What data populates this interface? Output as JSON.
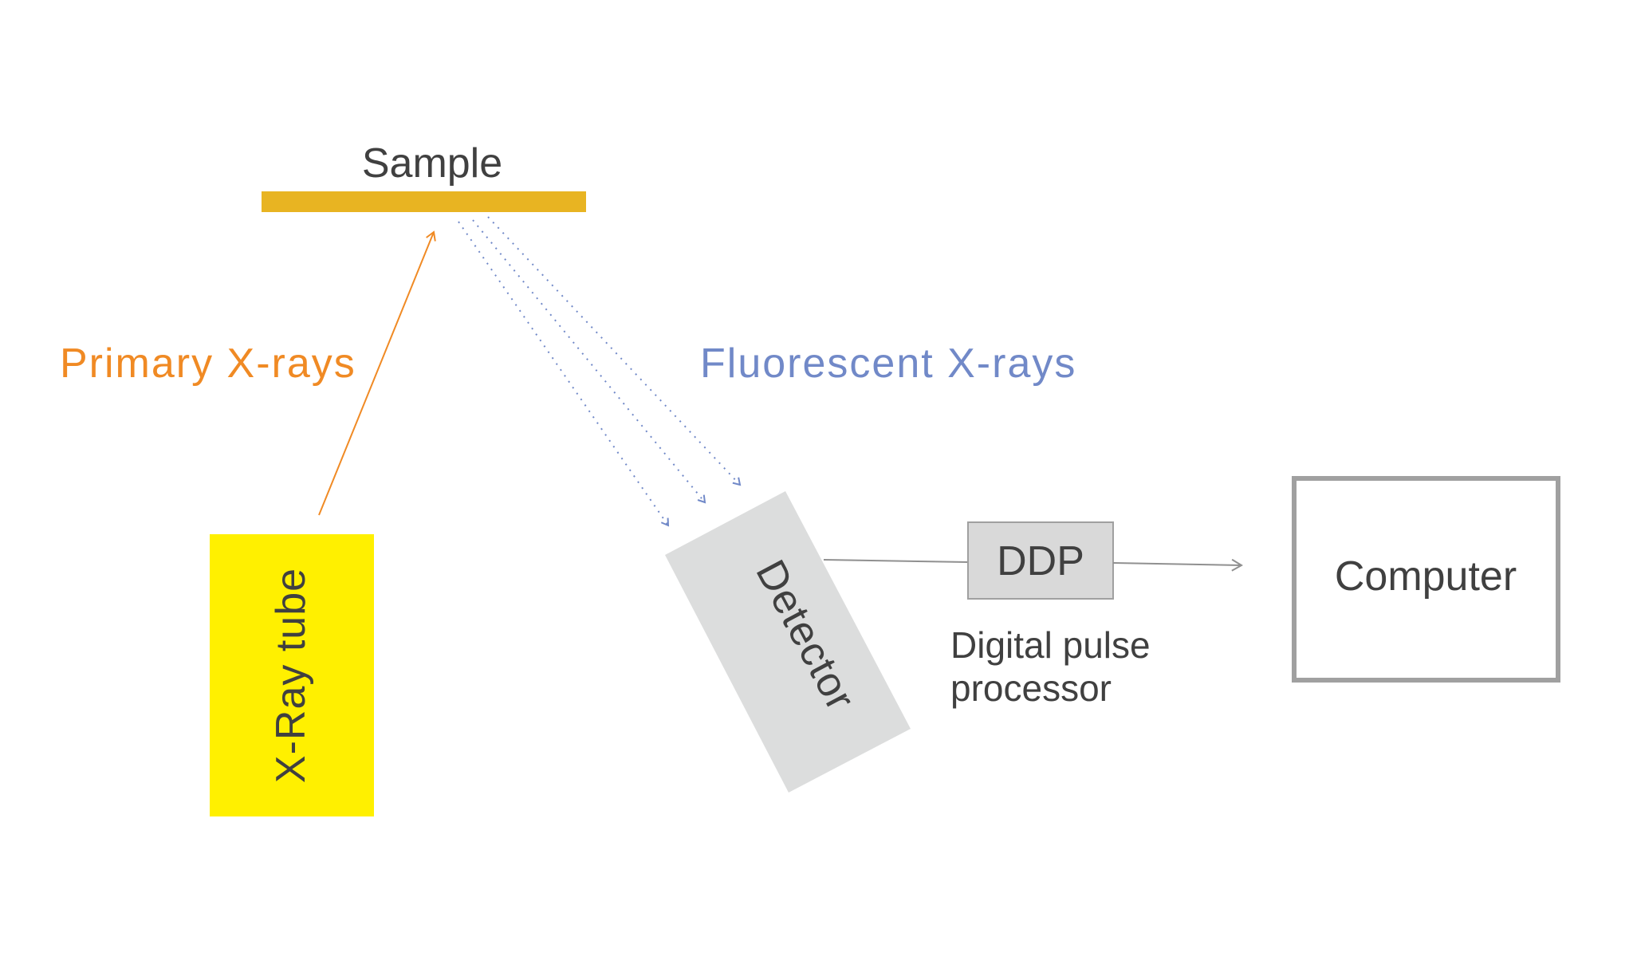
{
  "labels": {
    "sample": "Sample",
    "primary": "Primary X-rays",
    "fluorescent": "Fluorescent X-rays",
    "tube": "X-Ray tube",
    "detector": "Detector",
    "ddp": "DDP",
    "ddp_desc_line1": "Digital pulse",
    "ddp_desc_line2": "processor",
    "computer": "Computer"
  },
  "colors": {
    "sample": "#e8b422",
    "primary": "#f08a24",
    "fluorescent": "#7189c8",
    "tube": "#fff000",
    "detector": "#dcdddd",
    "ddp": "#d9d9d9",
    "text": "#404040",
    "computer_border": "#a0a0a0"
  }
}
